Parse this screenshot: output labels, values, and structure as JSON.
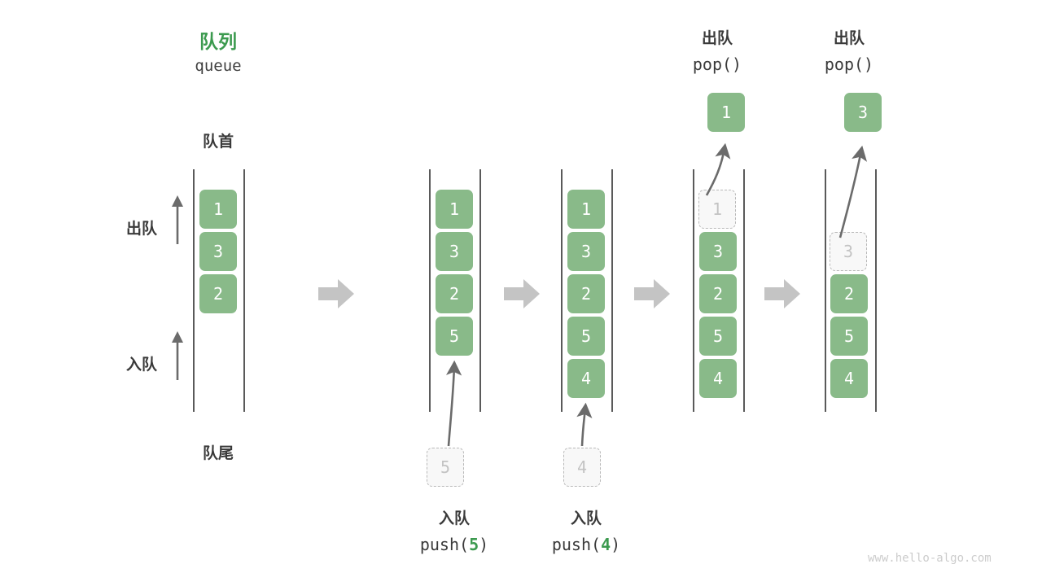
{
  "header": {
    "title_cn": "队列",
    "title_en": "queue"
  },
  "labels": {
    "front": "队首",
    "rear": "队尾",
    "dequeue": "出队",
    "enqueue": "入队"
  },
  "colors": {
    "accent_green": "#3c9a4f",
    "cell_green": "#89ba89",
    "ghost_border": "#b9b9b9",
    "ghost_fill": "#f8f8f8",
    "ghost_text": "#c3c3c3",
    "rail": "#5a5a5a",
    "separator": "#c4c4c4",
    "text": "#3a3a3a",
    "watermark": "#cccccc"
  },
  "columns": [
    {
      "id": "initial",
      "cells": [
        {
          "value": "1",
          "state": "filled"
        },
        {
          "value": "3",
          "state": "filled"
        },
        {
          "value": "2",
          "state": "filled"
        },
        {
          "value": "",
          "state": "empty"
        },
        {
          "value": "",
          "state": "empty"
        }
      ]
    },
    {
      "id": "push-5",
      "op_cn": "入队",
      "op_code_prefix": "push(",
      "op_code_value": "5",
      "op_code_suffix": ")",
      "incoming": {
        "value": "5",
        "state": "ghost"
      },
      "cells": [
        {
          "value": "1",
          "state": "filled"
        },
        {
          "value": "3",
          "state": "filled"
        },
        {
          "value": "2",
          "state": "filled"
        },
        {
          "value": "5",
          "state": "filled"
        },
        {
          "value": "",
          "state": "empty"
        }
      ]
    },
    {
      "id": "push-4",
      "op_cn": "入队",
      "op_code_prefix": "push(",
      "op_code_value": "4",
      "op_code_suffix": ")",
      "incoming": {
        "value": "4",
        "state": "ghost"
      },
      "cells": [
        {
          "value": "1",
          "state": "filled"
        },
        {
          "value": "3",
          "state": "filled"
        },
        {
          "value": "2",
          "state": "filled"
        },
        {
          "value": "5",
          "state": "filled"
        },
        {
          "value": "4",
          "state": "filled"
        }
      ]
    },
    {
      "id": "pop-1",
      "op_cn": "出队",
      "op_code": "pop()",
      "outgoing": {
        "value": "1",
        "state": "filled"
      },
      "cells": [
        {
          "value": "1",
          "state": "ghost"
        },
        {
          "value": "3",
          "state": "filled"
        },
        {
          "value": "2",
          "state": "filled"
        },
        {
          "value": "5",
          "state": "filled"
        },
        {
          "value": "4",
          "state": "filled"
        }
      ]
    },
    {
      "id": "pop-3",
      "op_cn": "出队",
      "op_code": "pop()",
      "outgoing": {
        "value": "3",
        "state": "filled"
      },
      "cells": [
        {
          "value": "",
          "state": "empty"
        },
        {
          "value": "3",
          "state": "ghost"
        },
        {
          "value": "2",
          "state": "filled"
        },
        {
          "value": "5",
          "state": "filled"
        },
        {
          "value": "4",
          "state": "filled"
        }
      ]
    }
  ],
  "separators": [
    "arrow-right",
    "arrow-right",
    "arrow-right",
    "arrow-right"
  ],
  "watermark": "www.hello-algo.com"
}
